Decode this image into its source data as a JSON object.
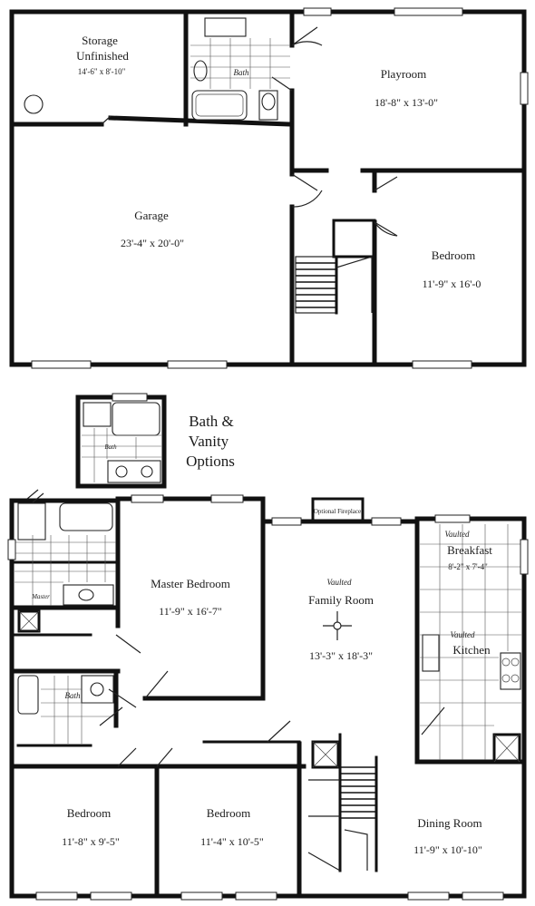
{
  "upper_floor": {
    "storage": {
      "name_line1": "Storage",
      "name_line2": "Unfinished",
      "dimensions": "14'-6\" x 8'-10\""
    },
    "bath": {
      "name": "Bath"
    },
    "playroom": {
      "name": "Playroom",
      "dimensions": "18'-8\" x 13'-0\""
    },
    "garage": {
      "name": "Garage",
      "dimensions": "23'-4\" x 20'-0\""
    },
    "bedroom": {
      "name": "Bedroom",
      "dimensions": "11'-9\" x 16'-0"
    }
  },
  "options": {
    "title_line1": "Bath &",
    "title_line2": "Vanity",
    "title_line3": "Options",
    "bath_label": "Bath"
  },
  "main_floor": {
    "master_bedroom": {
      "name": "Master Bedroom",
      "dimensions": "11'-9\" x 16'-7\""
    },
    "master_bath": {
      "name": "Master"
    },
    "family_room": {
      "qualifier": "Vaulted",
      "name": "Family Room",
      "dimensions": "13'-3\" x 18'-3\""
    },
    "breakfast": {
      "qualifier": "Vaulted",
      "name": "Breakfast",
      "dimensions": "8'-2\" x 7'-4\""
    },
    "kitchen": {
      "qualifier": "Vaulted",
      "name": "Kitchen"
    },
    "hall_bath": {
      "name": "Bath"
    },
    "bedroom_left": {
      "name": "Bedroom",
      "dimensions": "11'-8\" x 9'-5\""
    },
    "bedroom_middle": {
      "name": "Bedroom",
      "dimensions": "11'-4\" x 10'-5\""
    },
    "dining_room": {
      "name": "Dining Room",
      "dimensions": "11'-9\" x 10'-10\""
    },
    "fireplace": {
      "label": "Optional Fireplace"
    }
  }
}
